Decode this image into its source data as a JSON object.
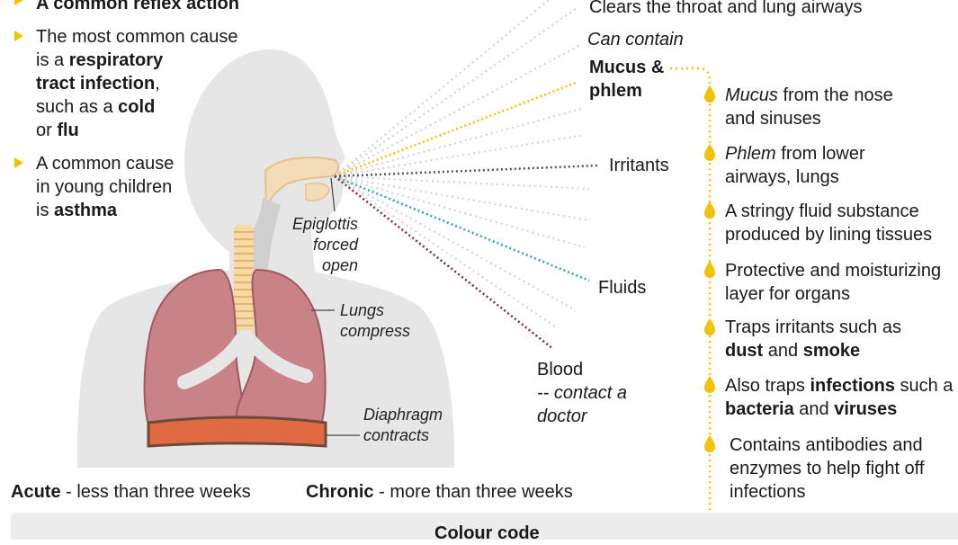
{
  "left": {
    "reflex": "A common reflex action",
    "cause1": {
      "a": "The most common cause",
      "b": "is a ",
      "c": "respiratory",
      "d": "tract infection",
      "e": ",",
      "f": "such as a ",
      "g": "cold",
      "h": "or ",
      "i": "flu"
    },
    "cause2": {
      "a": "A common cause",
      "b": "in young children",
      "c": "is ",
      "d": "asthma"
    }
  },
  "annotations": {
    "epiglottis": [
      "Epiglottis",
      "forced",
      "open"
    ],
    "lungs": [
      "Lungs",
      "compress"
    ],
    "diaphragm": [
      "Diaphragm",
      "contracts"
    ]
  },
  "rays": {
    "clears": "Clears the throat and lung airways",
    "can_contain": "Can contain",
    "mucus": [
      "Mucus &",
      "phlem"
    ],
    "irritants": "Irritants",
    "fluids": "Fluids",
    "blood": {
      "a": "Blood",
      "b": "-- contact a",
      "c": "doctor"
    }
  },
  "mucus_facts": [
    {
      "pre_i": "Mucus",
      "rest": " from the nose",
      "line2": "and sinuses"
    },
    {
      "pre_i": "Phlem",
      "rest": " from lower",
      "line2": "airways, lungs"
    },
    {
      "line1": "A stringy fluid substance",
      "line2": "produced by lining tissues"
    },
    {
      "line1": "Protective and moisturizing",
      "line2": "layer for organs"
    },
    {
      "line1": "Traps irritants such as",
      "b1": "dust",
      "mid": " and ",
      "b2": "smoke"
    },
    {
      "line1a": "Also traps ",
      "line1b": "infections",
      "line1c": " such a",
      "b1": "bacteria",
      "mid": " and ",
      "b2": "viruses"
    },
    {
      "line1": "Contains antibodies and",
      "line2": "enzymes to help fight off",
      "line3": "infections"
    }
  ],
  "durations": {
    "acute_b": "Acute",
    "acute": " - less than three weeks",
    "chronic_b": "Chronic",
    "chronic": " - more than three weeks"
  },
  "colour_code": "Colour code",
  "colors": {
    "accent": "#f2c200",
    "irritants": "#555555",
    "fluids": "#2a9fc7",
    "blood": "#8b2a22",
    "lung": "#c98287",
    "diaphragm": "#e06a44",
    "body": "#e6e6e6"
  }
}
